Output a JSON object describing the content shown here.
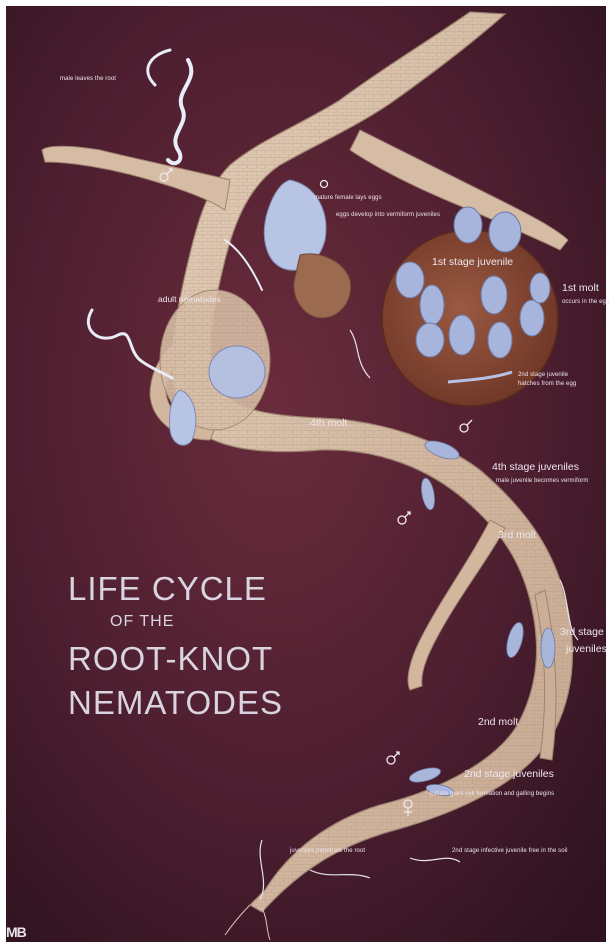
{
  "title": {
    "line1": "LIFE CYCLE",
    "line2": "OF THE",
    "line3": "ROOT-KNOT",
    "line4": "NEMATODES"
  },
  "labels": {
    "male_leaves": "male leaves the root",
    "female_lays": "mature female lays eggs",
    "eggs_develop": "eggs develop into vermiform juveniles",
    "adult_nematodes": "adult nematodes",
    "first_stage": "1st stage juvenile",
    "first_molt": "1st molt",
    "first_molt_note": "occurs in the egg",
    "second_hatch_1": "2nd stage juvenile",
    "second_hatch_2": "hatches from the egg",
    "fourth_molt": "4th molt",
    "fourth_stage": "4th stage juveniles",
    "fourth_stage_note": "male juvenile becomes vermiform",
    "third_molt": "3rd molt",
    "third_stage_1": "3rd stage",
    "third_stage_2": "juveniles",
    "second_molt": "2nd molt",
    "second_stage": "2nd stage juveniles",
    "giant_cell": "initiate giant cell formation and galling begins",
    "penetrate": "juveniles penetrate the root",
    "infective": "2nd stage infective juvenile free in the soil"
  },
  "logo": "MB",
  "colors": {
    "background": "#4a1d2c",
    "root": "#d8bfa8",
    "egg_mass": "#8a4a36",
    "nematode": "#a9b6dc",
    "text": "#efe6ee"
  }
}
